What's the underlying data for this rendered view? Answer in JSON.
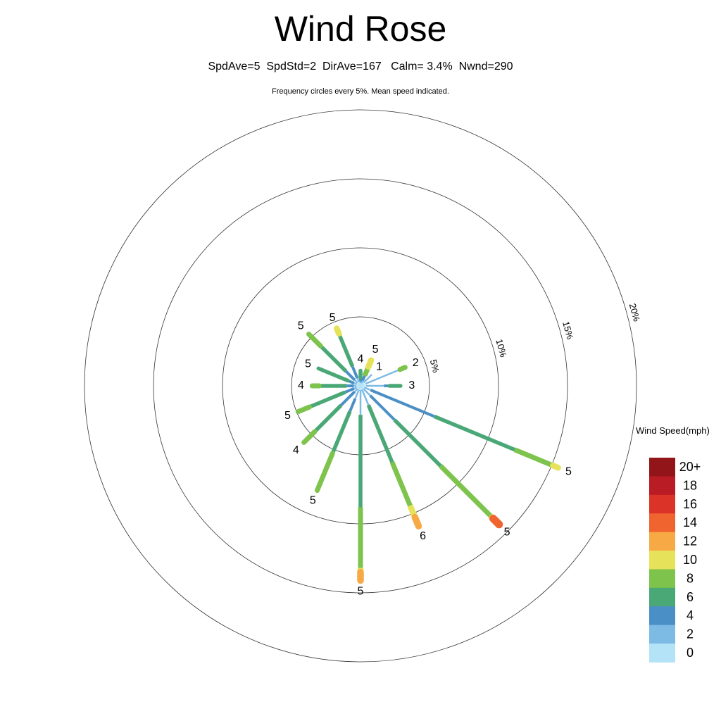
{
  "chart_data": {
    "type": "wind-rose",
    "title": "Wind Rose",
    "subtitle": "SpdAve=5  SpdStd=2  DirAve=167   Calm= 3.4%  Nwnd=290",
    "note": "Frequency circles every 5%. Mean speed indicated.",
    "legend_title": "Wind Speed(mph)",
    "legend_placement": "right",
    "rings": [
      {
        "value": 5,
        "label": "5%"
      },
      {
        "value": 10,
        "label": "10%"
      },
      {
        "value": 15,
        "label": "15%"
      },
      {
        "value": 20,
        "label": "20%"
      }
    ],
    "speed_classes": [
      {
        "label": "0",
        "color": "#b4e3f8"
      },
      {
        "label": "2",
        "color": "#7dbbe5"
      },
      {
        "label": "4",
        "color": "#4a8fc6"
      },
      {
        "label": "6",
        "color": "#4aa877"
      },
      {
        "label": "8",
        "color": "#7dc34c"
      },
      {
        "label": "10",
        "color": "#e6e35a"
      },
      {
        "label": "12",
        "color": "#f7a945"
      },
      {
        "label": "14",
        "color": "#f06430"
      },
      {
        "label": "16",
        "color": "#dc3328"
      },
      {
        "label": "18",
        "color": "#b91c24"
      },
      {
        "label": "20+",
        "color": "#921519"
      }
    ],
    "directions": [
      {
        "dir": 0,
        "mean": "4",
        "cum": [
          0.2,
          0.3,
          0.6,
          1.1
        ]
      },
      {
        "dir": 22.5,
        "mean": "5",
        "cum": [
          0.2,
          0.4,
          0.8,
          0.8,
          1.5,
          2.0
        ]
      },
      {
        "dir": 45,
        "mean": "1",
        "cum": [
          0.4,
          1.1
        ]
      },
      {
        "dir": 67.5,
        "mean": "2",
        "cum": [
          0.4,
          3.1,
          3.1,
          3.1,
          3.5
        ]
      },
      {
        "dir": 90,
        "mean": "3",
        "cum": [
          0.4,
          1.7,
          2.1,
          2.9
        ]
      },
      {
        "dir": 112.5,
        "mean": "5",
        "cum": [
          0.3,
          0.8,
          5.8,
          12.1,
          15.1,
          15.5
        ]
      },
      {
        "dir": 135,
        "mean": "5",
        "cum": [
          0.3,
          1.0,
          3.5,
          8.2,
          13.3,
          13.6,
          13.6,
          14.2
        ]
      },
      {
        "dir": 157.5,
        "mean": "6",
        "cum": [
          0.3,
          1.5,
          1.5,
          6.0,
          9.4,
          10.3,
          11.0
        ]
      },
      {
        "dir": 180,
        "mean": "5",
        "cum": [
          0.3,
          2.1,
          2.1,
          8.8,
          13.2,
          13.5,
          14.1
        ]
      },
      {
        "dir": 202.5,
        "mean": "5",
        "cum": [
          0.3,
          1.0,
          2.0,
          5.3,
          8.2
        ]
      },
      {
        "dir": 225,
        "mean": "4",
        "cum": [
          0.3,
          0.6,
          2.0,
          4.7,
          5.8
        ]
      },
      {
        "dir": 247.5,
        "mean": "5",
        "cum": [
          0.3,
          0.5,
          1.2,
          4.0,
          4.9
        ]
      },
      {
        "dir": 270,
        "mean": "4",
        "cum": [
          0.3,
          0.5,
          1.0,
          3.0,
          3.5
        ]
      },
      {
        "dir": 292.5,
        "mean": "5",
        "cum": [
          0.3,
          0.5,
          1.0,
          3.3
        ]
      },
      {
        "dir": 315,
        "mean": "5",
        "cum": [
          0.3,
          0.6,
          1.5,
          4.1,
          5.3
        ]
      },
      {
        "dir": 337.5,
        "mean": "5",
        "cum": [
          0.3,
          0.6,
          1.5,
          4.1,
          4.1,
          4.5
        ]
      }
    ],
    "rmax": 20
  }
}
